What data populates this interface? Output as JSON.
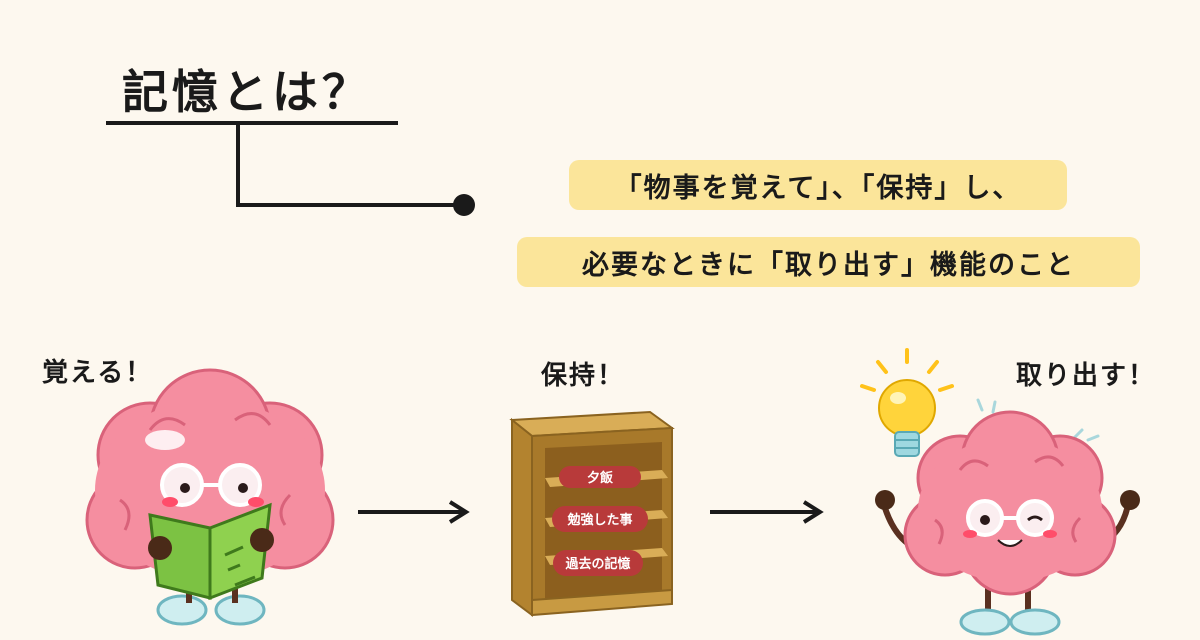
{
  "title": "記憶とは？",
  "definition": {
    "line1": "「物事を覚えて」、「保持」し、",
    "line2": "必要なときに「取り出す」機能のこと"
  },
  "stages": {
    "encode": "覚える！",
    "store": "保持！",
    "retrieve": "取り出す！"
  },
  "shelf_labels": [
    "夕飯",
    "勉強した事",
    "過去の記憶"
  ],
  "colors": {
    "background": "#fdf8ef",
    "highlight": "#fbe59a",
    "brain": "#f58ea0",
    "book": "#7cc243",
    "shelf": "#c89a42",
    "tag": "#b83a3a",
    "bulb": "#ffd43b"
  },
  "icons": [
    "brain-reading-icon",
    "bookshelf-icon",
    "brain-idea-icon",
    "lightbulb-icon",
    "arrow-right-icon"
  ]
}
